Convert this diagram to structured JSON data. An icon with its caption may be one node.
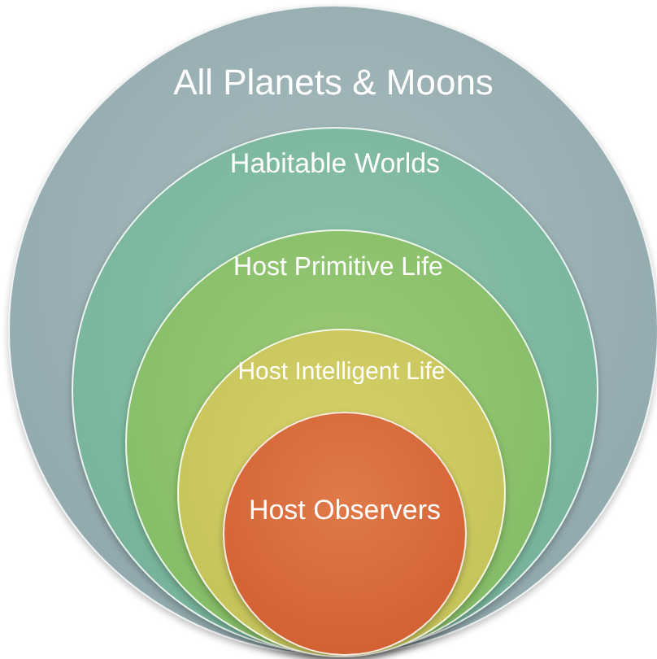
{
  "diagram": {
    "nodes": [
      {
        "text": [
          "All Planets & Moons"
        ]
      },
      {
        "text": [
          "Habitable Worlds"
        ],
        "in": 0
      },
      {
        "text": [
          "Host Primitive Life"
        ],
        "in": 1
      },
      {
        "text": [
          "Host Intelligent Life"
        ],
        "in": 2
      },
      {
        "text": [
          "Host Observers"
        ],
        "in": 3
      }
    ]
  }
}
